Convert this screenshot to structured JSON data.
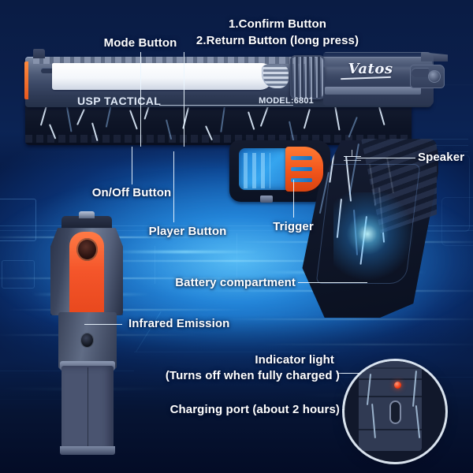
{
  "product": {
    "brand": "Vatos",
    "slide_text": "USP TACTICAL",
    "model_text": "MODEL:6801"
  },
  "callouts": {
    "mode_button": "Mode Button",
    "confirm_button": "1.Confirm Button",
    "return_button": "2.Return Button (long press)",
    "on_off_button": "On/Off Button",
    "player_button": "Player Button",
    "trigger": "Trigger",
    "speaker": "Speaker",
    "battery_compartment": "Battery compartment",
    "infrared_emission": "Infrared Emission",
    "indicator_light": "Indicator light",
    "indicator_note": "(Turns off when fully charged )",
    "charging_port": "Charging port (about 2 hours)"
  },
  "colors": {
    "background_deep": "#071c49",
    "background_mid": "#1877cf",
    "accent_orange": "#f2551b",
    "accent_cyan": "#35a5ef",
    "label_text": "#ffffff",
    "led_red": "#f03a12"
  },
  "inset": {
    "name": "charging-port-detail",
    "features": [
      "indicator-led",
      "usb-c-port"
    ]
  }
}
